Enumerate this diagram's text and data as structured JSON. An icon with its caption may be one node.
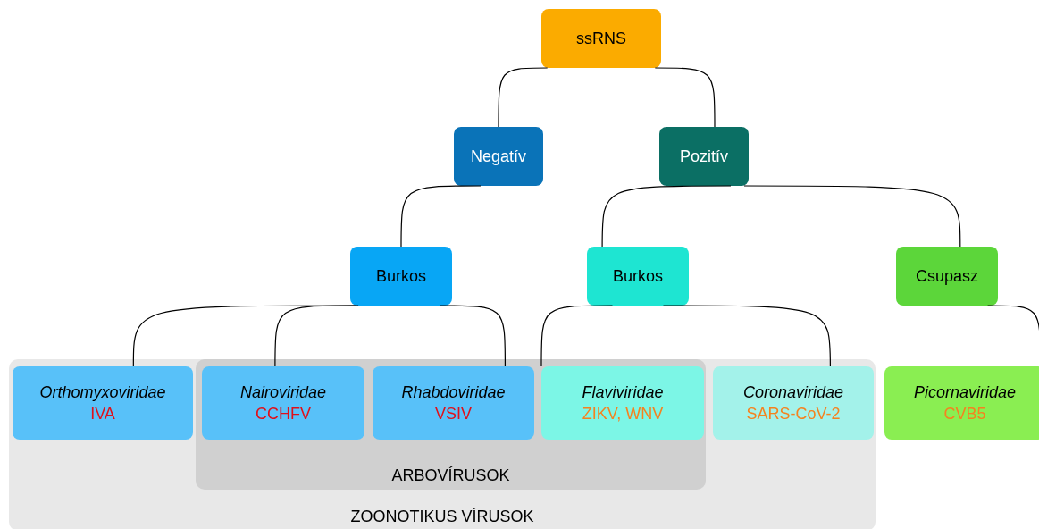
{
  "diagram": {
    "nodes": [
      {
        "text": [
          "ssRNS"
        ]
      },
      {
        "text": [
          "Negatív"
        ]
      },
      {
        "text": [
          "Pozitív"
        ]
      },
      {
        "text": [
          "Burkos"
        ]
      },
      {
        "text": [
          "Burkos"
        ]
      },
      {
        "text": [
          "Csupasz"
        ]
      },
      {
        "text": [
          "ZOONOTIKUS VÍRUSOK"
        ]
      },
      {
        "text": [
          "ARBOVÍRUSOK"
        ],
        "in": 6
      },
      {
        "text": [
          "Orthomyxoviridae",
          "IVA"
        ],
        "in": 6
      },
      {
        "text": [
          "Nairoviridae",
          "CCHFV"
        ],
        "in": 7
      },
      {
        "text": [
          "Rhabdoviridae",
          "VSIV"
        ],
        "in": 7
      },
      {
        "text": [
          "Flaviviridae",
          "ZIKV, WNV"
        ],
        "in": 7
      },
      {
        "text": [
          "Coronaviridae",
          "SARS-CoV-2"
        ],
        "in": 6
      },
      {
        "text": [
          "Picornaviridae",
          "CVB5"
        ]
      }
    ],
    "edges": [
      {
        "from": 0,
        "to": 1,
        "arrow": "none"
      },
      {
        "from": 0,
        "to": 2,
        "arrow": "none"
      },
      {
        "from": 1,
        "to": 3,
        "arrow": "none"
      },
      {
        "from": 2,
        "to": 4,
        "arrow": "none"
      },
      {
        "from": 2,
        "to": 5,
        "arrow": "none"
      },
      {
        "from": 3,
        "to": 8,
        "arrow": "none"
      },
      {
        "from": 3,
        "to": 9,
        "arrow": "none"
      },
      {
        "from": 3,
        "to": 10,
        "arrow": "none"
      },
      {
        "from": 4,
        "to": 11,
        "arrow": "none"
      },
      {
        "from": 4,
        "to": 12,
        "arrow": "none"
      },
      {
        "from": 5,
        "to": 13,
        "arrow": "none"
      }
    ]
  }
}
